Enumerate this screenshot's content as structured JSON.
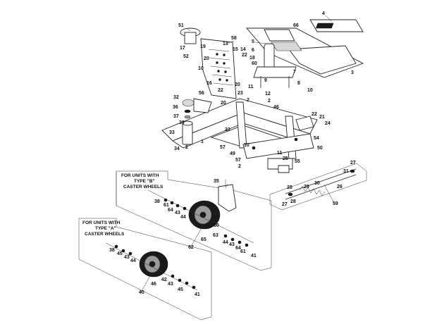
{
  "diagram": {
    "notes": {
      "type_b": [
        "FOR UNITS WITH",
        "TYPE \"B\"",
        "CASTER WHEELS"
      ],
      "type_a": [
        "FOR UNITS WITH",
        "TYPE \"A\"",
        "CASTER WHEELS"
      ]
    },
    "callouts": [
      "4",
      "3",
      "5",
      "6",
      "7",
      "66",
      "51",
      "58",
      "13",
      "15",
      "14",
      "22",
      "18",
      "60",
      "17",
      "19",
      "52",
      "20",
      "10",
      "16",
      "22",
      "20",
      "11",
      "9",
      "8",
      "10",
      "32",
      "56",
      "36",
      "23",
      "2",
      "12",
      "2",
      "46",
      "37",
      "20",
      "39",
      "33",
      "22",
      "21",
      "24",
      "23",
      "54",
      "50",
      "34",
      "1",
      "2",
      "10",
      "57",
      "49",
      "57",
      "2",
      "11",
      "25",
      "55",
      "35",
      "38",
      "61",
      "64",
      "43",
      "44",
      "60",
      "62",
      "63",
      "65",
      "44",
      "43",
      "64",
      "61",
      "41",
      "38",
      "45",
      "43",
      "44",
      "46",
      "42",
      "43",
      "45",
      "41",
      "40",
      "28",
      "27",
      "28",
      "29",
      "30",
      "31",
      "26",
      "27",
      "59"
    ]
  }
}
